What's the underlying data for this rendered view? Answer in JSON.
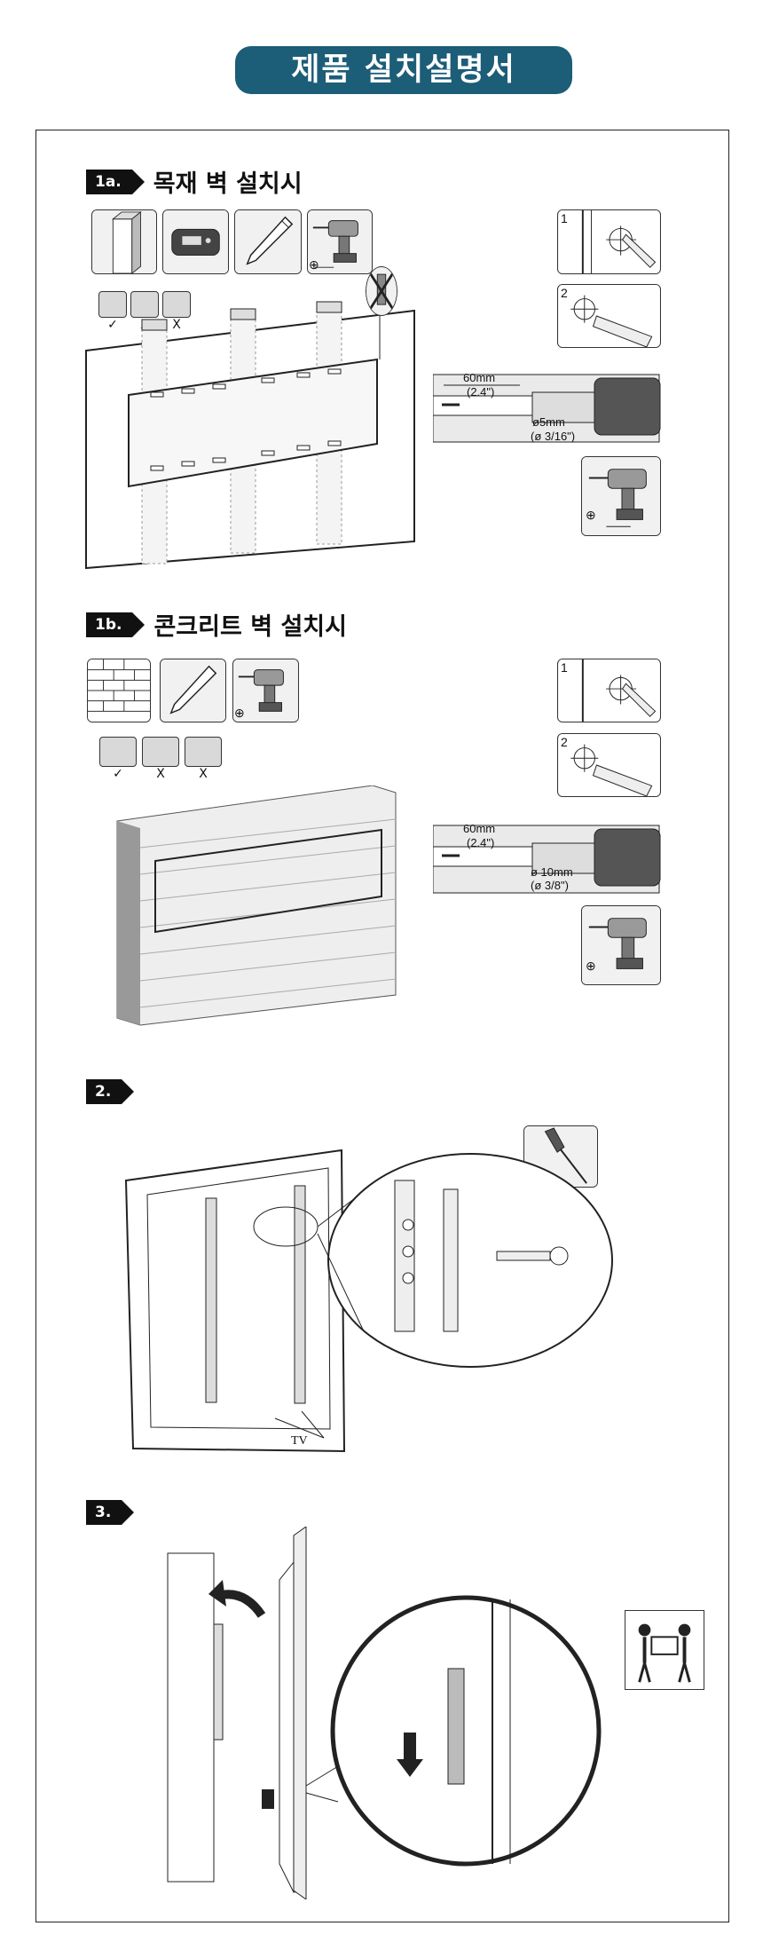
{
  "header": {
    "title": "제품 설치설명서"
  },
  "steps": {
    "s1a": {
      "badge": "1a.",
      "title": "목재 벽 설치시"
    },
    "s1b": {
      "badge": "1b.",
      "title": "콘크리트 벽 설치시"
    },
    "s2": {
      "badge": "2."
    },
    "s3": {
      "badge": "3."
    }
  },
  "sub": {
    "n1": "1",
    "n2": "2"
  },
  "level_marks": {
    "ok": "✓",
    "no1": "X",
    "no2": "X"
  },
  "drill_wood": {
    "depth": "60mm",
    "depth_in": "(2.4\")",
    "dia": "ø5mm",
    "dia_in": "(ø 3/16\")"
  },
  "drill_concrete": {
    "depth": "60mm",
    "depth_in": "(2.4\")",
    "dia": "ø 10mm",
    "dia_in": "(ø 3/8\")"
  },
  "tv_label": "TV",
  "phillips": "⊕",
  "colors": {
    "accent": "#1c5d78",
    "ink": "#111111",
    "tile_bg": "#f1f1f1"
  }
}
